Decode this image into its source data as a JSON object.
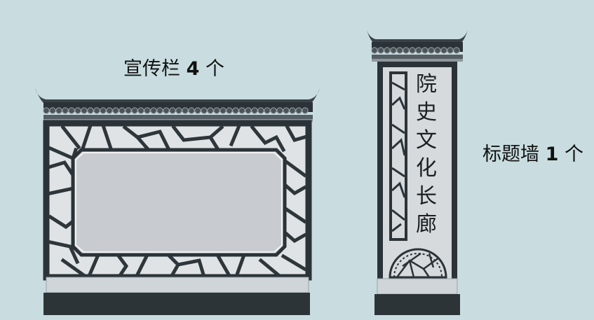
{
  "labels": {
    "board_name": "宣传栏",
    "board_count": "4",
    "board_unit": "个",
    "wall_name": "标题墙",
    "wall_count": "1",
    "wall_unit": "个"
  },
  "wall_title_chars": [
    "院",
    "史",
    "文",
    "化",
    "长",
    "廊"
  ],
  "colors": {
    "background": "#c9dde0",
    "frame_dark": "#2b3338",
    "lattice": "#2e363b",
    "panel_fill": "#c8ccd0",
    "panel_border": "#f2f2f2",
    "roof": "#3a4247",
    "base": "#2d3438",
    "wall_face": "#d6dadd"
  },
  "icons": [
    "roof-tile-icon",
    "lattice-pattern-icon",
    "fan-lattice-icon"
  ]
}
